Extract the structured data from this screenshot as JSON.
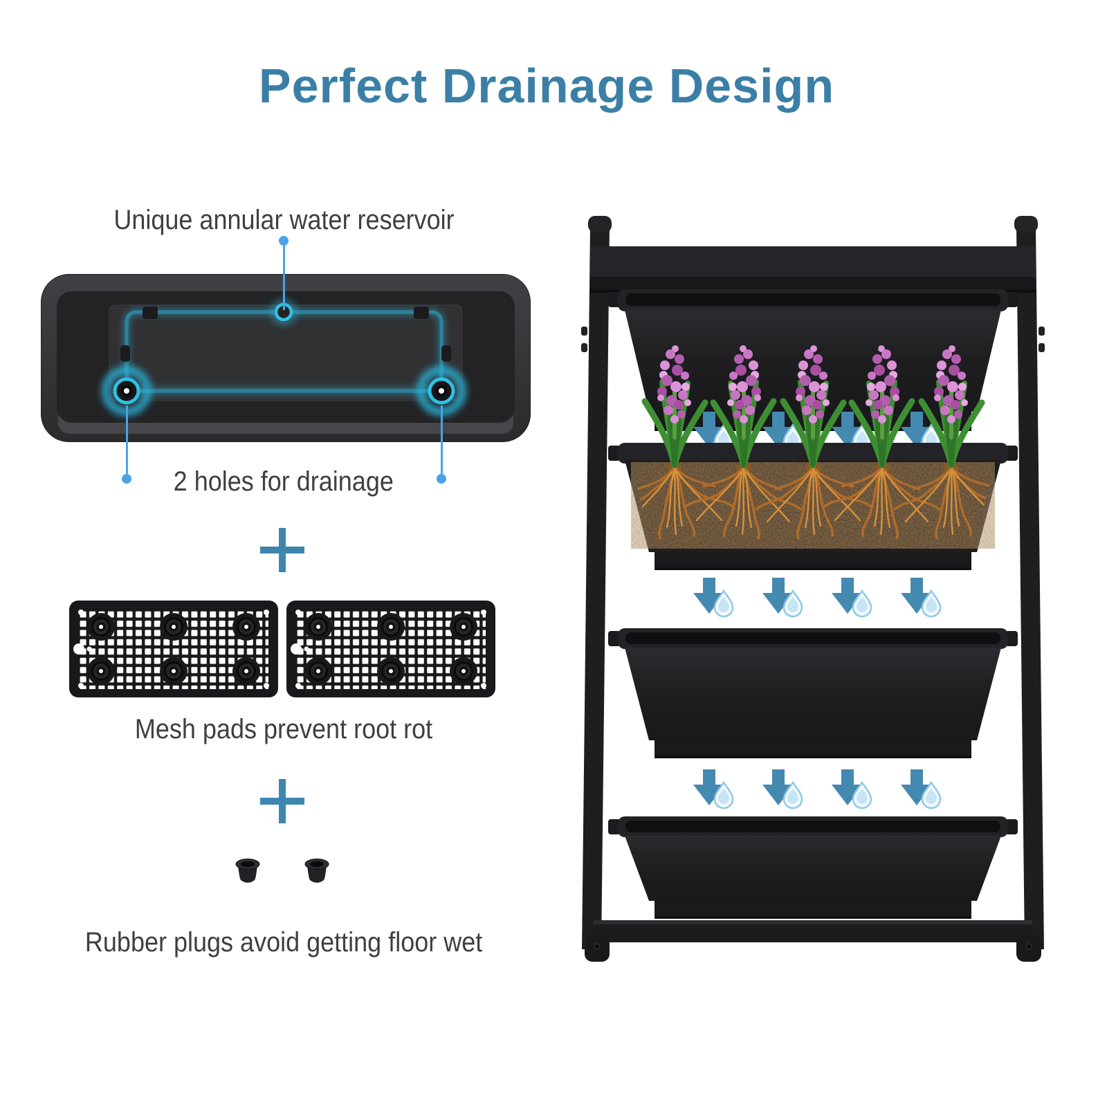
{
  "title": {
    "text": "Perfect Drainage Design"
  },
  "colors": {
    "title": "#3B7FA6",
    "label": "#3F3F41",
    "accent_teal": "#3E86AE",
    "arrow_teal": "#4489B0",
    "leader_blue": "#4BA2E8",
    "glow_cyan": "#2BB3D9",
    "flower_pink": "#C977C5",
    "leaf_green": "#3E8F33",
    "root_orange": "#B06C2A",
    "soil_brown": "#261A10",
    "plastic_black": "#1F1F22"
  },
  "left_panel": {
    "reservoir_label": "Unique annular water reservoir",
    "drainage_label": "2 holes for drainage",
    "drainage_holes_count": 2,
    "plus": "+",
    "mesh_label": "Mesh pads prevent root rot",
    "mesh_pads_count": 2,
    "plugs_label": "Rubber plugs avoid getting floor wet",
    "rubber_plugs_count": 2
  },
  "right_panel": {
    "planter_tiers": 4,
    "flowers_count": 5,
    "drainage_arrow_rows": 3,
    "arrows_per_row": 4
  }
}
